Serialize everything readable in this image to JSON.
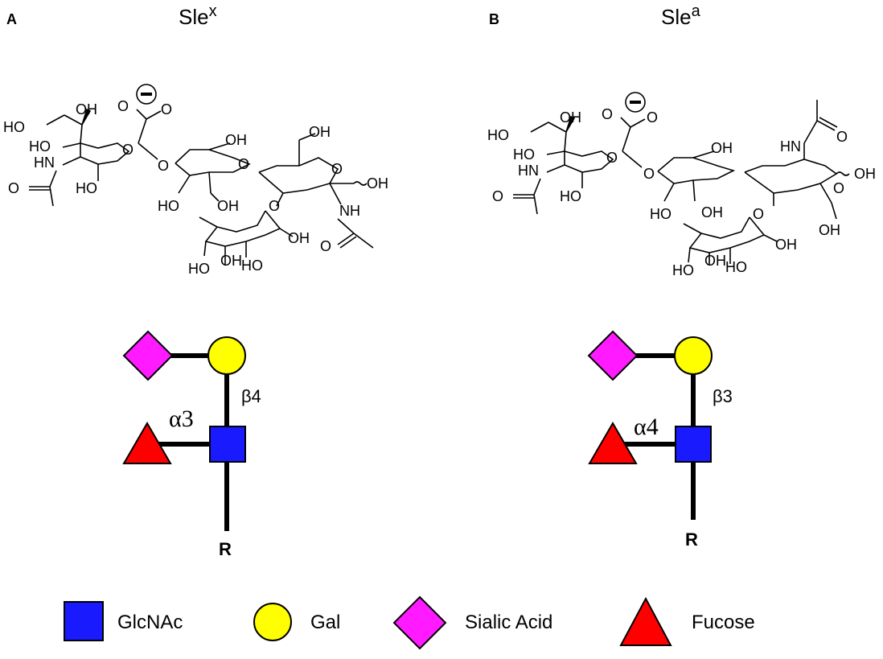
{
  "panels": [
    {
      "label": "A",
      "title_base": "Sle",
      "title_sup": "x",
      "atoms": [
        "OH",
        "HO",
        "HO",
        "HN",
        "O",
        "O",
        "O",
        "O",
        "HO",
        "OH",
        "O",
        "OH",
        "O",
        "O",
        "OH",
        "HO",
        "OH",
        "NH",
        "O",
        "O",
        "OH",
        "HO",
        "OH",
        "HO"
      ],
      "symbol": {
        "top_link": "β4",
        "side_link": "α3",
        "reducing_end": "R"
      }
    },
    {
      "label": "B",
      "title_base": "Sle",
      "title_sup": "a",
      "atoms": [
        "OH",
        "HO",
        "HO",
        "HN",
        "O",
        "O",
        "O",
        "O",
        "HO",
        "OH",
        "O",
        "HN",
        "O",
        "OH",
        "O",
        "HO",
        "OH",
        "O",
        "OH",
        "HO",
        "OH",
        "HO",
        "OH"
      ],
      "symbol": {
        "top_link": "β3",
        "side_link": "α4",
        "reducing_end": "R"
      }
    }
  ],
  "legend": [
    {
      "label": "GlcNAc",
      "shape": "square",
      "color": "#1a1aff"
    },
    {
      "label": "Gal",
      "shape": "circle",
      "color": "#ffff00"
    },
    {
      "label": "Sialic Acid",
      "shape": "diamond",
      "color": "#ff1aff"
    },
    {
      "label": "Fucose",
      "shape": "triangle",
      "color": "#ff0000"
    }
  ],
  "colors": {
    "glcnac": "#1a1aff",
    "gal": "#ffff00",
    "sialic": "#ff1aff",
    "fucose": "#ff0000"
  }
}
